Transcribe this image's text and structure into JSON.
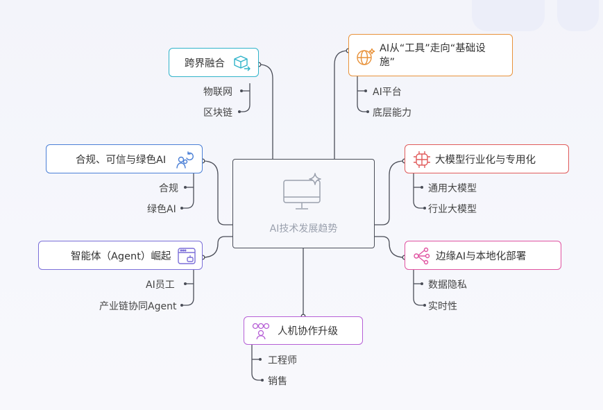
{
  "center": {
    "title": "AI技术发展趋势",
    "icon": "monitor-sparkle-icon"
  },
  "branches": [
    {
      "id": "cross",
      "title": "跨界融合",
      "icon": "cube-arrow-icon",
      "color": "#2fb3c9",
      "leaves": [
        "物联网",
        "区块链"
      ]
    },
    {
      "id": "green",
      "title": "合规、可信与绿色AI",
      "icon": "people-refresh-icon",
      "color": "#4a7fd6",
      "leaves": [
        "合规",
        "绿色AI"
      ]
    },
    {
      "id": "agent",
      "title": "智能体（Agent）崛起",
      "icon": "browser-bot-icon",
      "color": "#7b6fd8",
      "leaves": [
        "AI员工",
        "产业链协同Agent"
      ]
    },
    {
      "id": "infra",
      "title": "AI从“工具”走向“基础设\n施”",
      "icon": "globe-sparkle-icon",
      "color": "#e8923a",
      "leaves": [
        "AI平台",
        "底层能力"
      ]
    },
    {
      "id": "bigmodel",
      "title": "大模型行业化与专用化",
      "icon": "neural-chip-icon",
      "color": "#e05a5a",
      "leaves": [
        "通用大模型",
        "行业大模型"
      ]
    },
    {
      "id": "edge",
      "title": "边缘AI与本地化部署",
      "icon": "share-nodes-icon",
      "color": "#e052a0",
      "leaves": [
        "数据隐私",
        "实时性"
      ]
    },
    {
      "id": "hci",
      "title": "人机协作升级",
      "icon": "collab-people-icon",
      "color": "#b65fd6",
      "leaves": [
        "工程师",
        "销售"
      ]
    }
  ]
}
